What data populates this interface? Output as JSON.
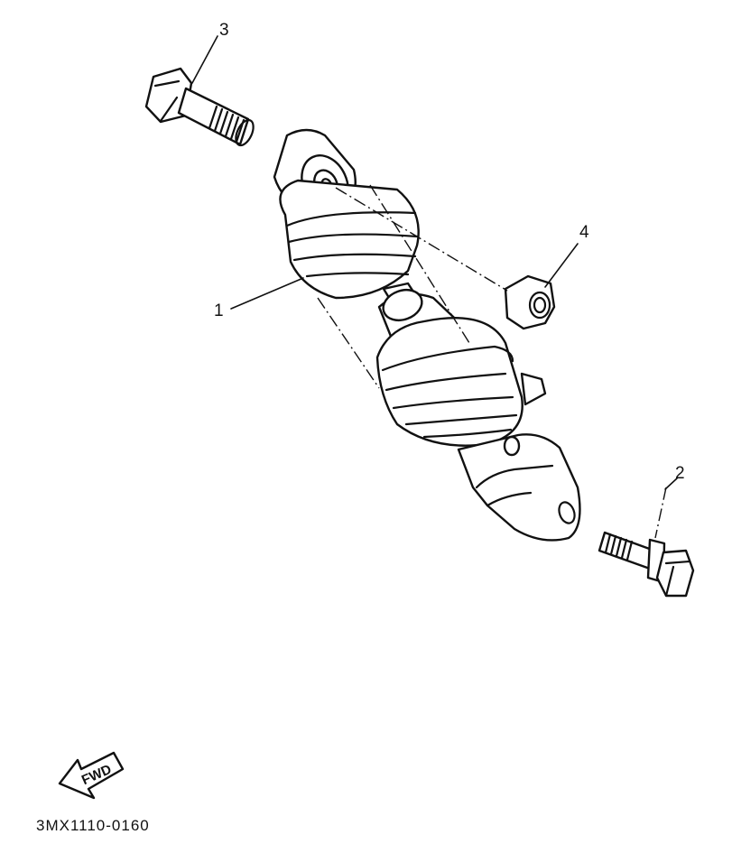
{
  "callouts": [
    {
      "id": "1",
      "label": "1"
    },
    {
      "id": "2",
      "label": "2"
    },
    {
      "id": "3",
      "label": "3"
    },
    {
      "id": "4",
      "label": "4"
    }
  ],
  "direction_arrow": {
    "label": "FWD"
  },
  "diagram_code": "3MX1110-0160"
}
